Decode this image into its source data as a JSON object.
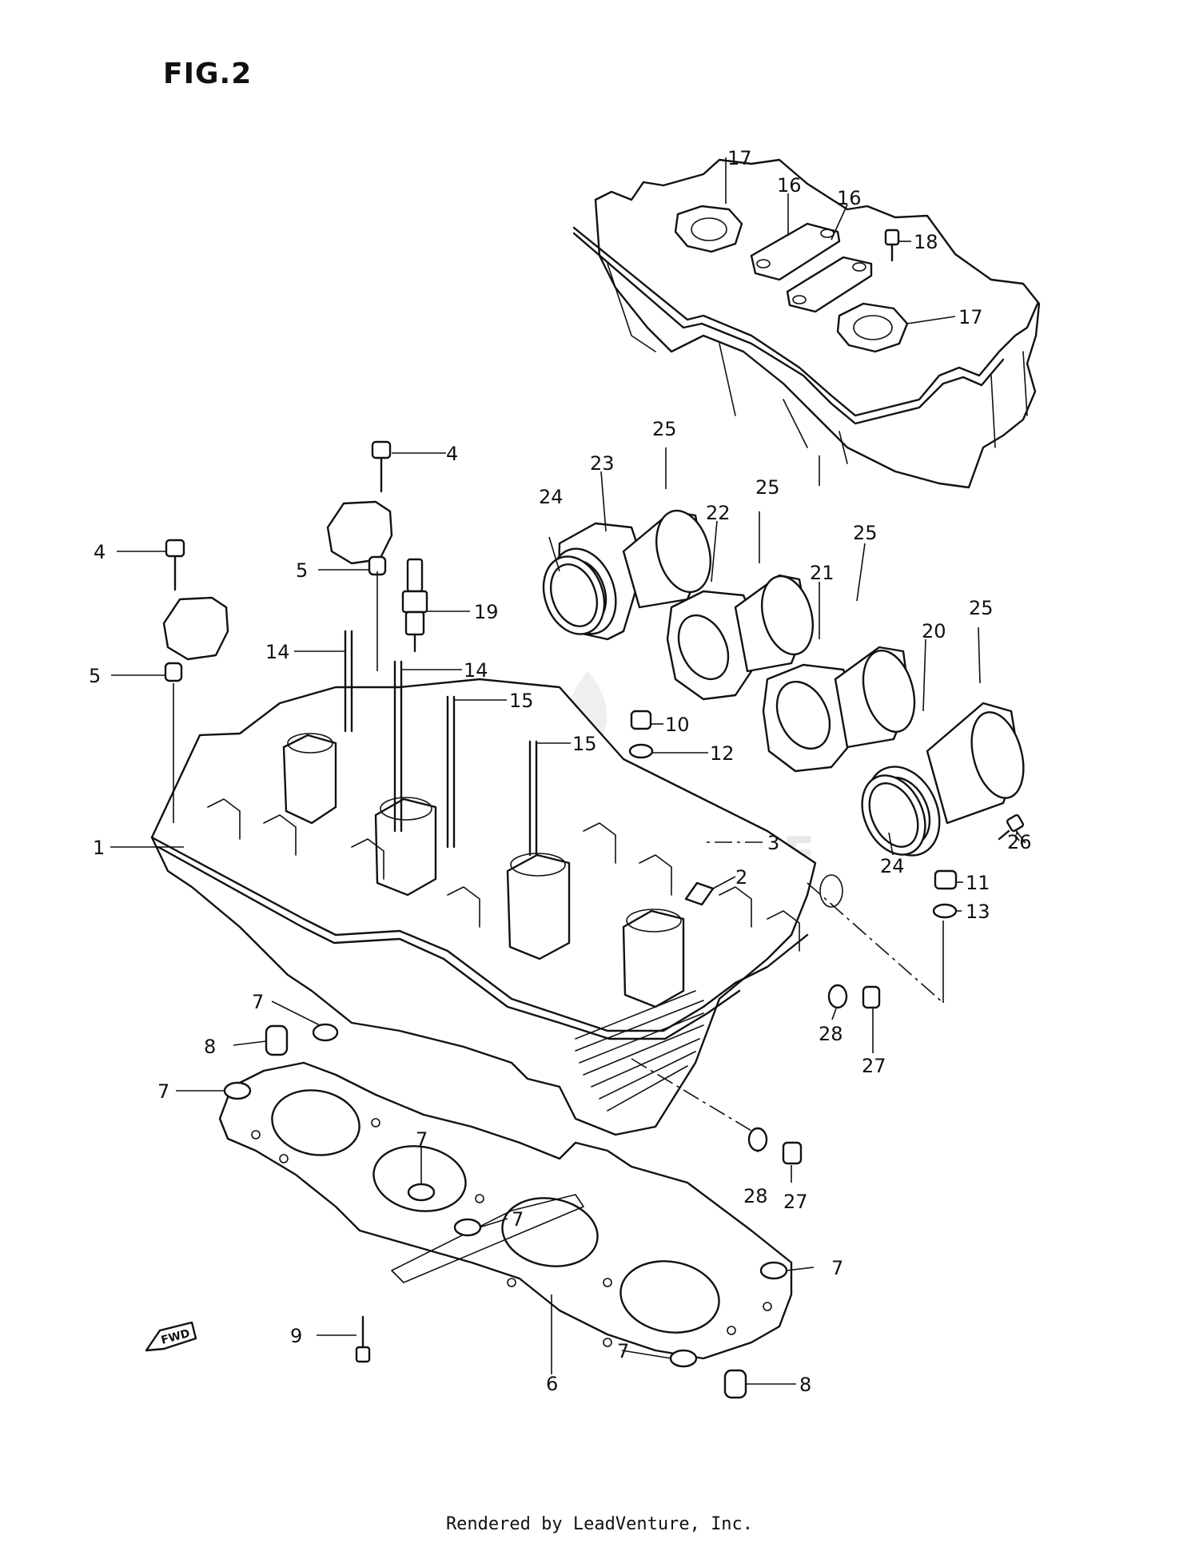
{
  "figure": {
    "title": "FIG.2",
    "footer": "Rendered by LeadVenture, Inc."
  },
  "callouts": [
    "1",
    "2",
    "3",
    "4",
    "4",
    "5",
    "5",
    "6",
    "7",
    "7",
    "7",
    "7",
    "7",
    "7",
    "8",
    "8",
    "9",
    "10",
    "11",
    "12",
    "13",
    "14",
    "14",
    "15",
    "15",
    "16",
    "16",
    "17",
    "17",
    "18",
    "19",
    "20",
    "21",
    "22",
    "23",
    "24",
    "24",
    "25",
    "25",
    "25",
    "25",
    "26",
    "27",
    "27",
    "28",
    "28"
  ]
}
